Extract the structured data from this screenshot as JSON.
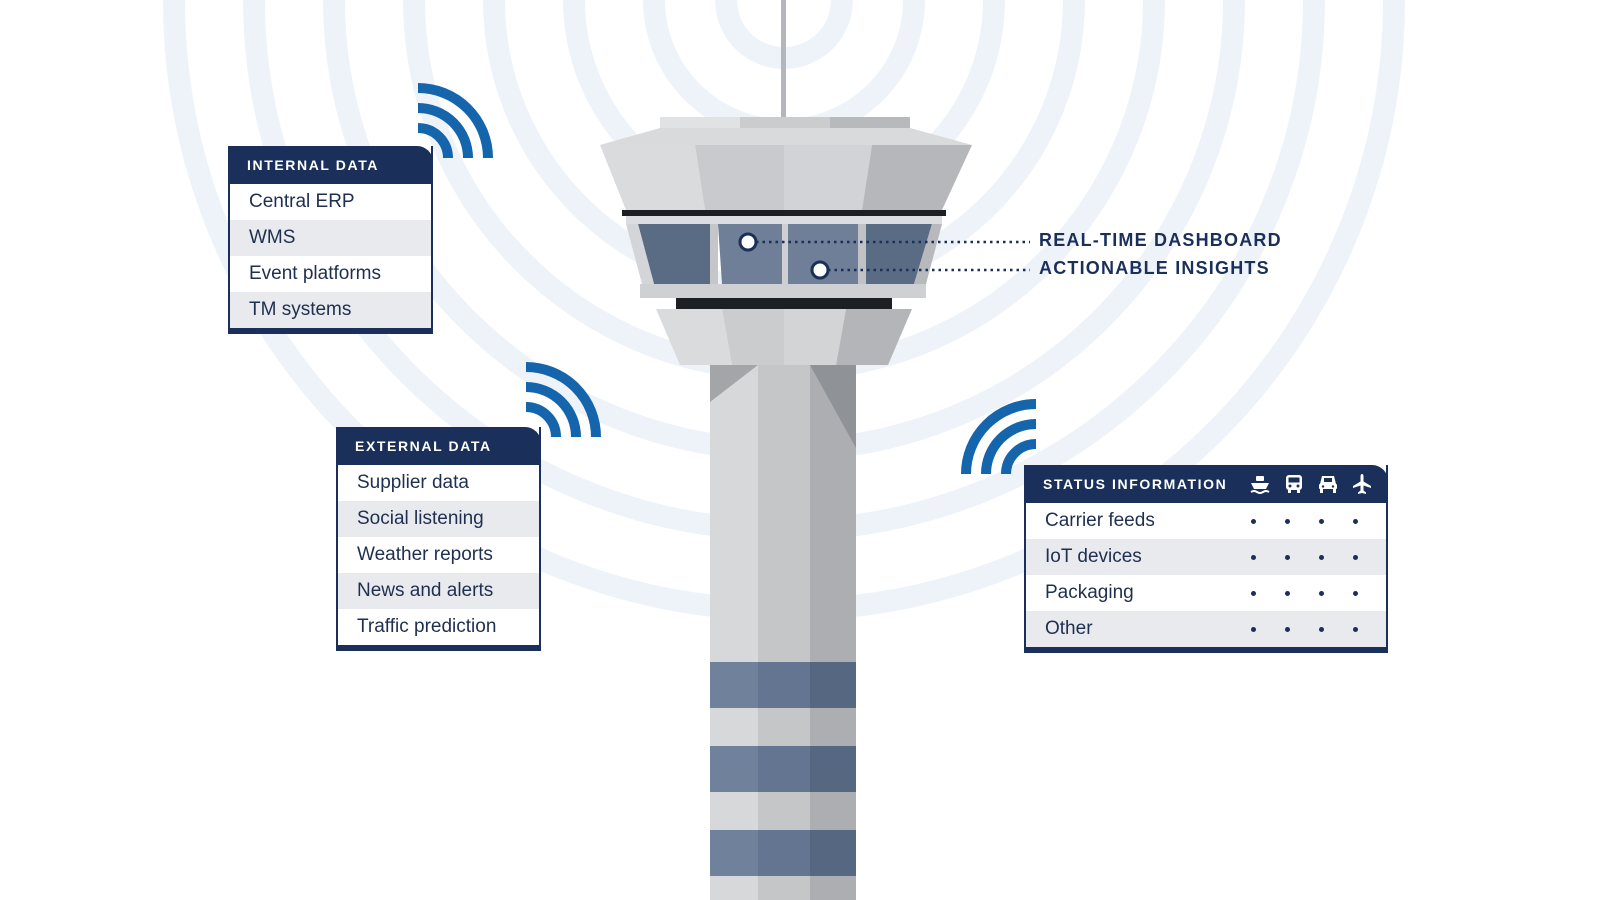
{
  "colors": {
    "navy": "#1a2f5a",
    "signal_blue": "#1565ad",
    "ring_blue": "#eef3f9",
    "tower_light": "#d4d5d7",
    "tower_mid": "#bfc1c4",
    "tower_dark": "#a9abaf",
    "window_blue": "#5f7089"
  },
  "callouts": {
    "dashboard": "REAL-TIME DASHBOARD",
    "insights": "ACTIONABLE INSIGHTS"
  },
  "internal_data": {
    "title": "INTERNAL DATA",
    "items": [
      "Central ERP",
      "WMS",
      "Event platforms",
      "TM systems"
    ]
  },
  "external_data": {
    "title": "EXTERNAL DATA",
    "items": [
      "Supplier data",
      "Social listening",
      "Weather reports",
      "News and alerts",
      "Traffic prediction"
    ]
  },
  "status_information": {
    "title": "STATUS INFORMATION",
    "mode_icons": [
      "ship-icon",
      "truck-icon",
      "train-icon",
      "airplane-icon"
    ],
    "items": [
      "Carrier feeds",
      "IoT devices",
      "Packaging",
      "Other"
    ]
  },
  "icons": [
    "wifi-signal-icon",
    "control-tower-icon"
  ]
}
